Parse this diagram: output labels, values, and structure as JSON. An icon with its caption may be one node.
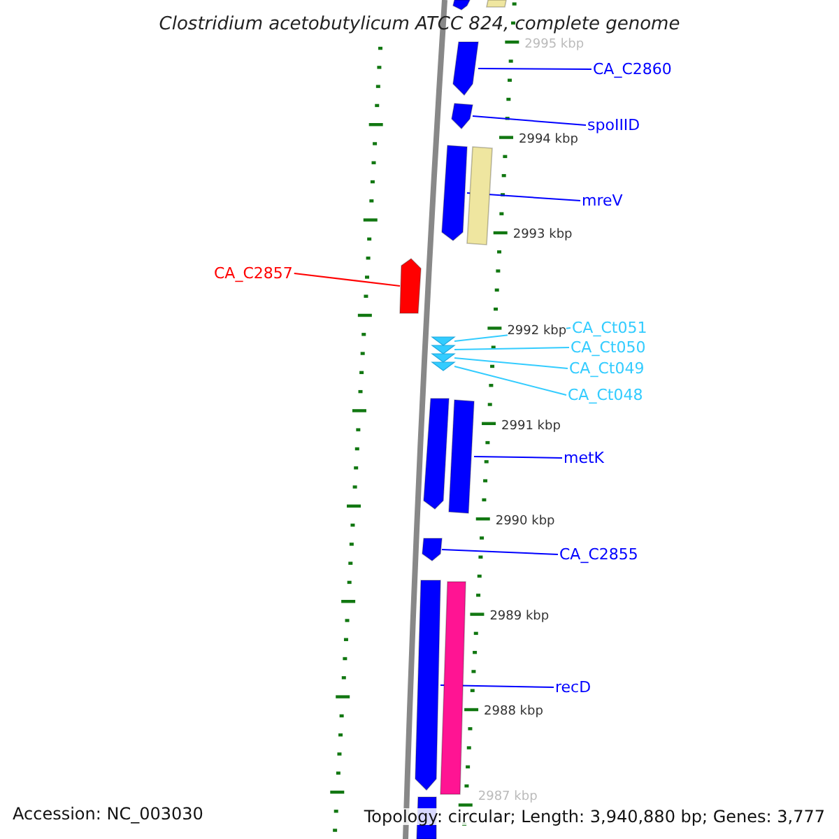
{
  "diagram": {
    "title": "Clostridium acetobutylicum ATCC 824, complete genome",
    "nodes": [
      {
        "text": [],
        "shape": "arrow"
      },
      {
        "text": [],
        "shape": "bar"
      },
      {
        "text": [
          "CA_C2860"
        ]
      },
      {
        "text": [],
        "shape": "arrow"
      },
      {
        "text": [
          "spoIIID"
        ]
      },
      {
        "text": [],
        "shape": "arrow"
      },
      {
        "text": [
          "mreV"
        ]
      },
      {
        "text": [],
        "shape": "arrow"
      },
      {
        "text": [],
        "shape": "bar"
      },
      {
        "text": [
          "CA_C2857"
        ]
      },
      {
        "text": [],
        "shape": "arrow"
      },
      {
        "text": [],
        "shape": "arrow"
      },
      {
        "text": [],
        "shape": "arrow"
      },
      {
        "text": [],
        "shape": "arrow"
      },
      {
        "text": [],
        "shape": "arrow"
      },
      {
        "text": [
          "CA_Ct051"
        ]
      },
      {
        "text": [
          "CA_Ct050"
        ]
      },
      {
        "text": [
          "CA_Ct049"
        ]
      },
      {
        "text": [
          "CA_Ct048"
        ]
      },
      {
        "text": [
          "metK"
        ]
      },
      {
        "text": [],
        "shape": "arrow"
      },
      {
        "text": [],
        "shape": "bar"
      },
      {
        "text": [
          "CA_C2855"
        ]
      },
      {
        "text": [],
        "shape": "arrow"
      },
      {
        "text": [],
        "shape": "arrow"
      },
      {
        "text": [],
        "shape": "bar"
      },
      {
        "text": [
          "recD"
        ]
      },
      {
        "text": [],
        "shape": "bar"
      }
    ],
    "edges": [
      {
        "from": 2,
        "to": 3,
        "arrow": "none"
      },
      {
        "from": 4,
        "to": 5,
        "arrow": "none"
      },
      {
        "from": 6,
        "to": 7,
        "arrow": "none"
      },
      {
        "from": 9,
        "to": 10,
        "arrow": "none",
        "color": "#ff0000"
      },
      {
        "from": 15,
        "to": 11,
        "arrow": "none",
        "color": "#33ccff"
      },
      {
        "from": 16,
        "to": 12,
        "arrow": "none",
        "color": "#33ccff"
      },
      {
        "from": 17,
        "to": 13,
        "arrow": "none",
        "color": "#33ccff"
      },
      {
        "from": 18,
        "to": 14,
        "arrow": "none",
        "color": "#33ccff"
      },
      {
        "from": 19,
        "to": 21,
        "arrow": "none"
      },
      {
        "from": 22,
        "to": 23,
        "arrow": "none"
      },
      {
        "from": 26,
        "to": 24,
        "arrow": "none"
      }
    ],
    "labels": [
      "2995 kbp",
      "2994 kbp",
      "2993 kbp",
      "2992 kbp",
      "2991 kbp",
      "2990 kbp",
      "2989 kbp",
      "2988 kbp",
      "2987 kbp",
      "Accession: NC_003030",
      "Topology: circular; Length: 3,940,880 bp; Genes: 3,777"
    ]
  }
}
